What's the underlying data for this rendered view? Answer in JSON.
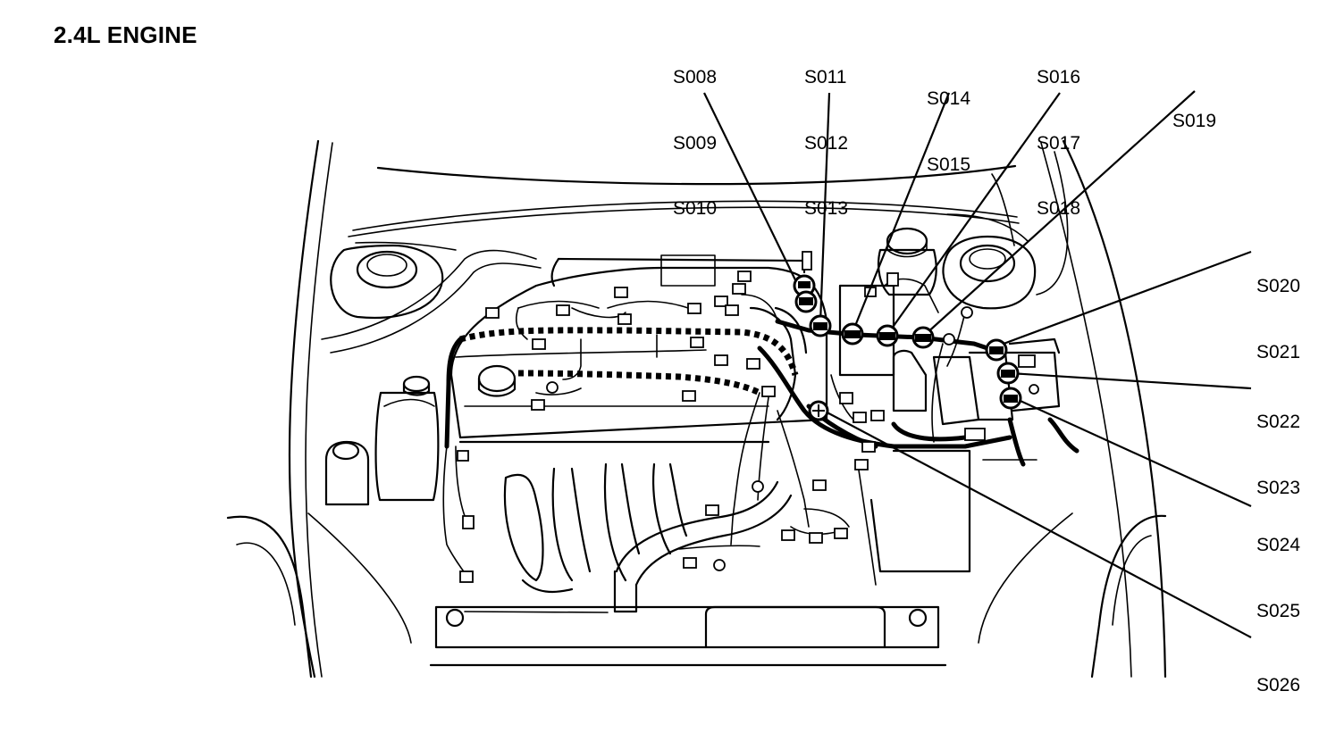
{
  "title": "2.4L ENGINE",
  "callouts": [
    {
      "id": "s008-s010",
      "lines": [
        "S008",
        "S009",
        "S010"
      ]
    },
    {
      "id": "s011-s013",
      "lines": [
        "S011",
        "S012",
        "S013"
      ]
    },
    {
      "id": "s014-s015",
      "lines": [
        "S014",
        "S015"
      ]
    },
    {
      "id": "s016-s018",
      "lines": [
        "S016",
        "S017",
        "S018"
      ]
    },
    {
      "id": "s019",
      "lines": [
        "S019"
      ]
    },
    {
      "id": "s020-s021",
      "lines": [
        "S020",
        "S021"
      ]
    },
    {
      "id": "s022-s023",
      "lines": [
        "S022",
        "S023"
      ]
    },
    {
      "id": "s024-s025",
      "lines": [
        "S024",
        "S025"
      ]
    },
    {
      "id": "s026",
      "lines": [
        "S026"
      ]
    }
  ]
}
